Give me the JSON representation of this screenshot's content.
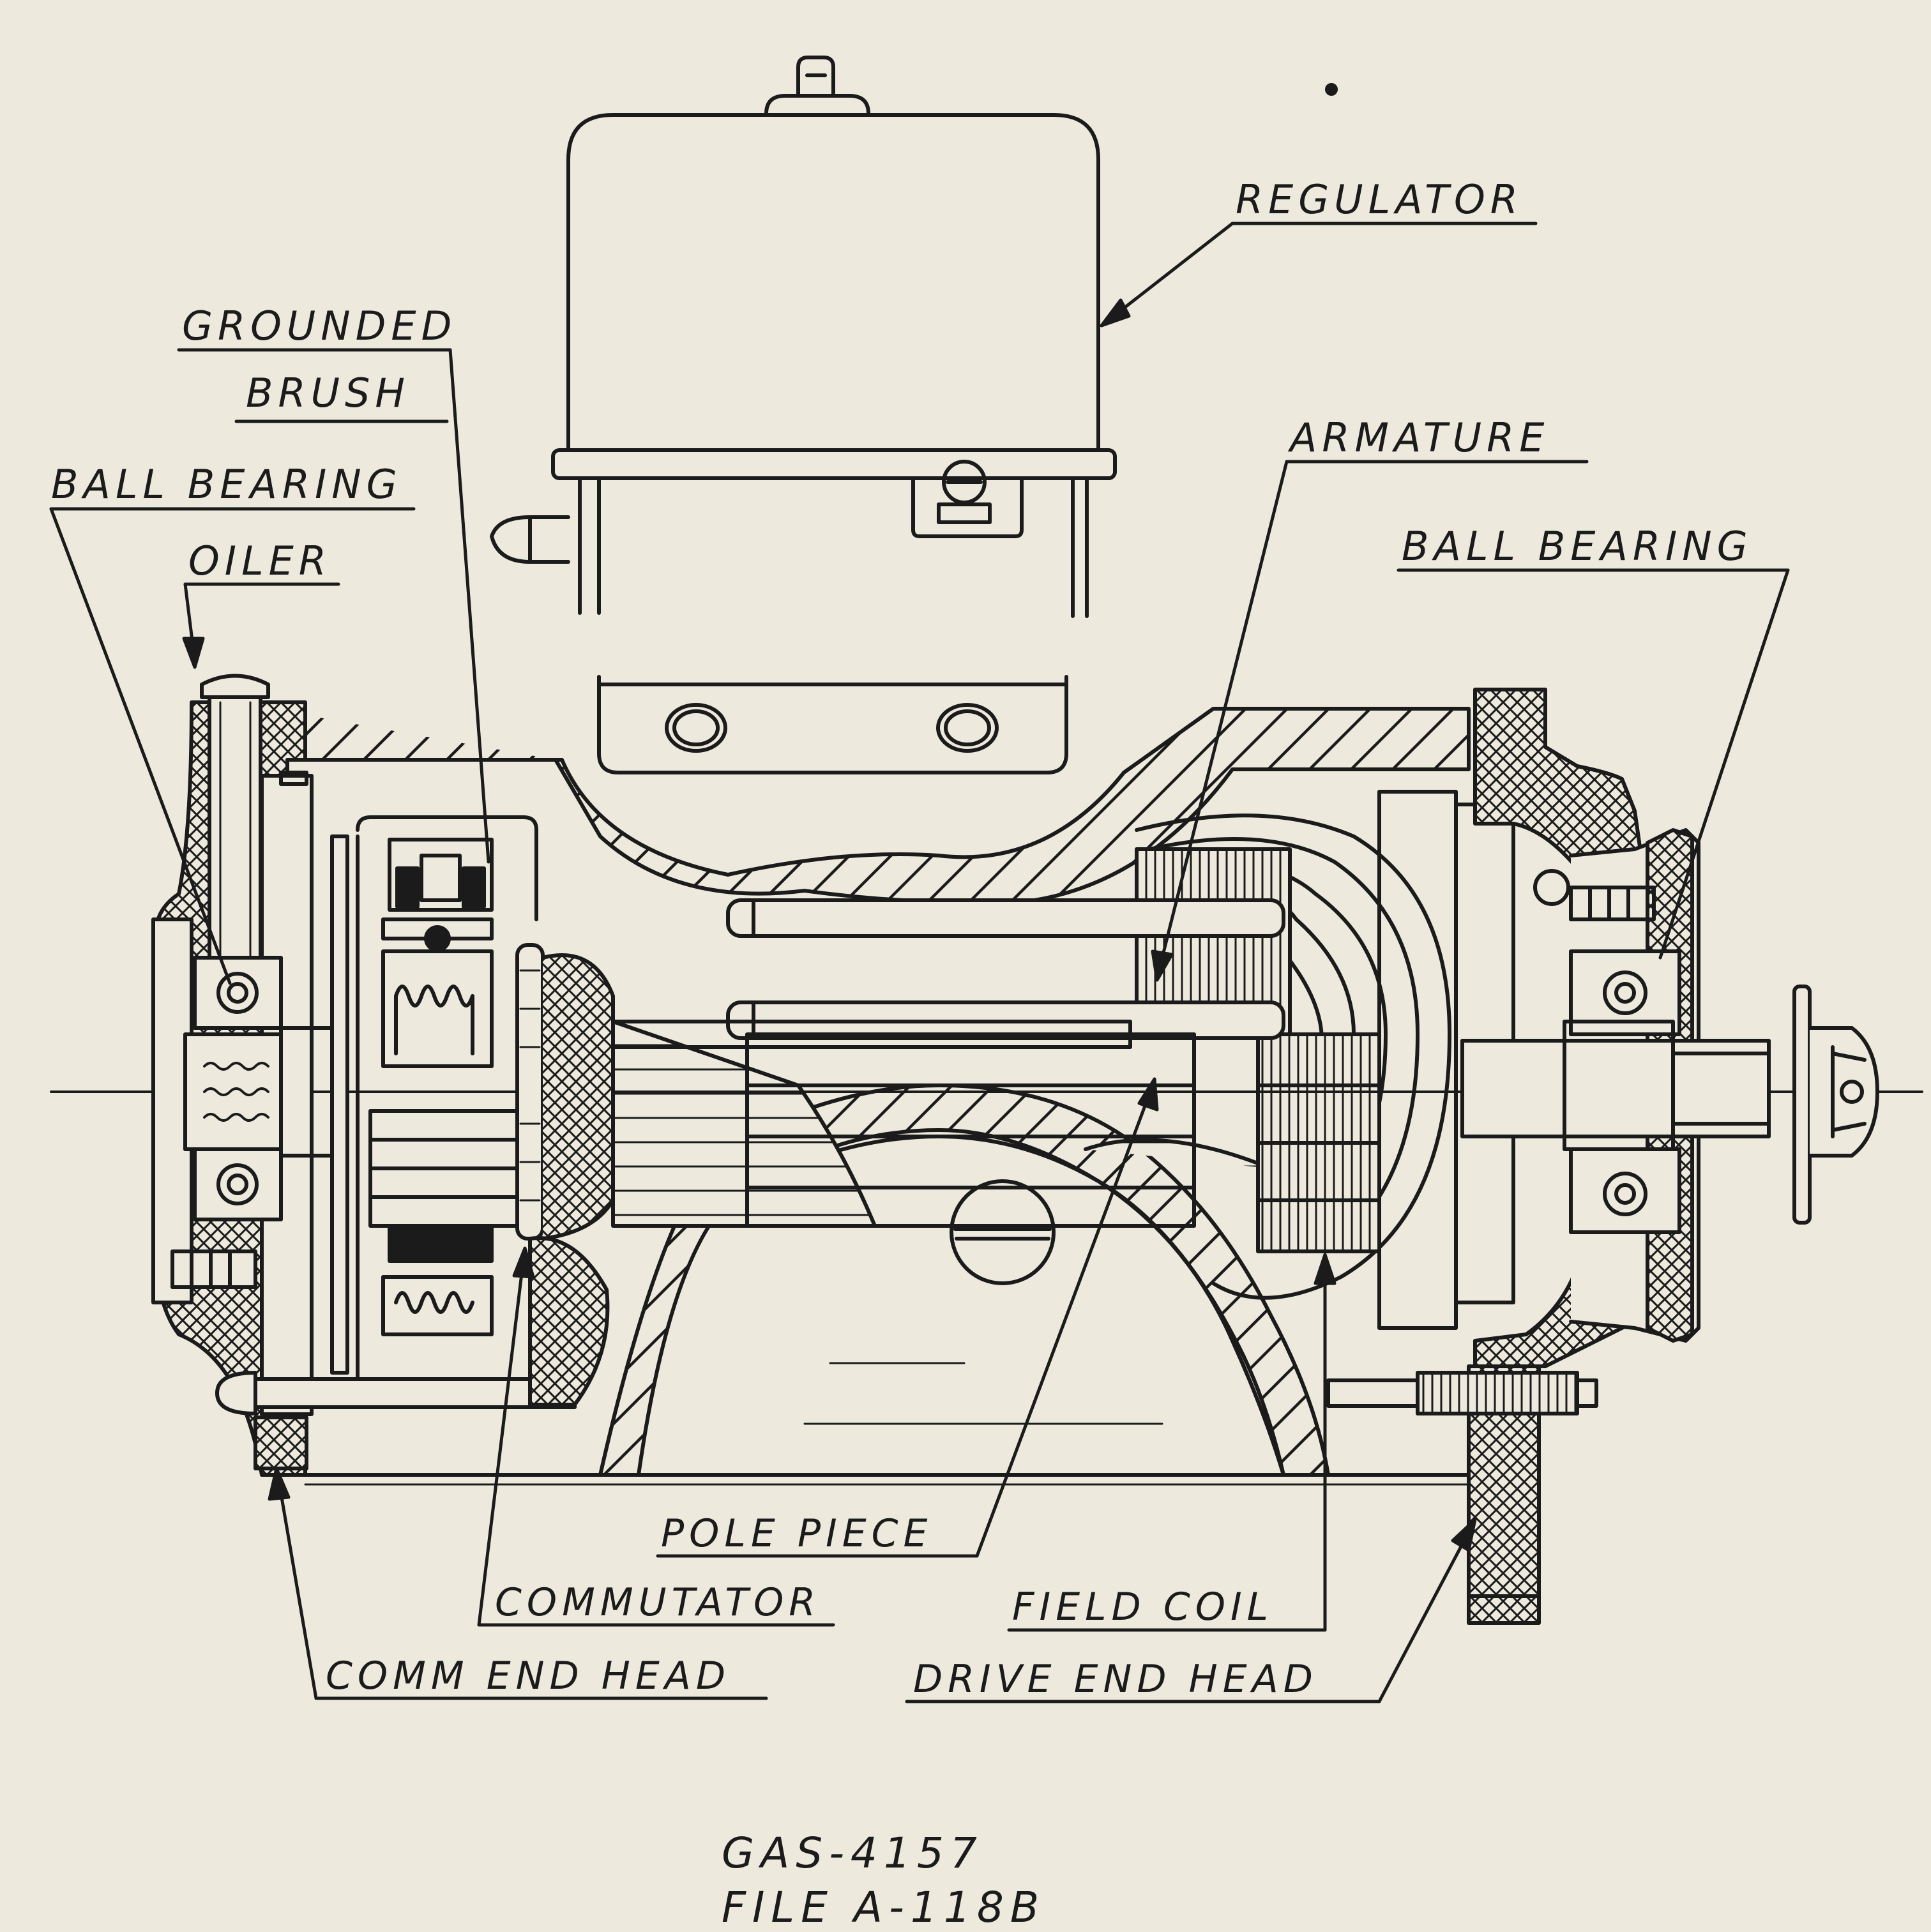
{
  "labels": {
    "regulator": "REGULATOR",
    "grounded": "GROUNDED",
    "brush": "BRUSH",
    "ball_bearing_left": "BALL BEARING",
    "oiler": "OILER",
    "armature": "ARMATURE",
    "ball_bearing_right": "BALL BEARING",
    "pole_piece": "POLE PIECE",
    "commutator": "COMMUTATOR",
    "field_coil": "FIELD COIL",
    "comm_end_head": "COMM END HEAD",
    "drive_end_head": "DRIVE END HEAD"
  },
  "footer": {
    "drawing_number": "GAS-4157",
    "file": "FILE A-118B"
  },
  "colors": {
    "paper": "#ede9dd",
    "ink": "#1b1b1b"
  }
}
